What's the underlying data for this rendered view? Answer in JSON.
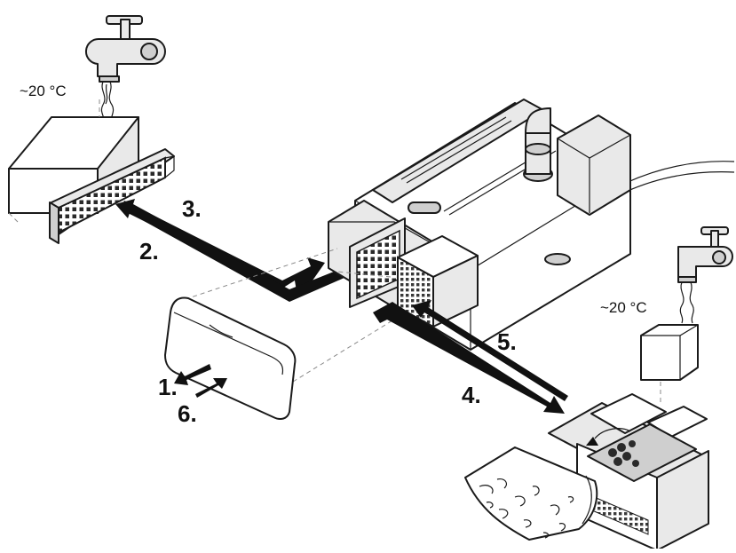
{
  "temperature": {
    "left_label": "~20 °C",
    "right_label": "~20 °C"
  },
  "steps": {
    "s1": "1.",
    "s2": "2.",
    "s3": "3.",
    "s4": "4.",
    "s5": "5.",
    "s6": "6."
  },
  "icons": [
    "water-tap-icon",
    "filter-sponge",
    "filter-cover",
    "pump-unit",
    "media-basket",
    "filter-media-bag"
  ]
}
